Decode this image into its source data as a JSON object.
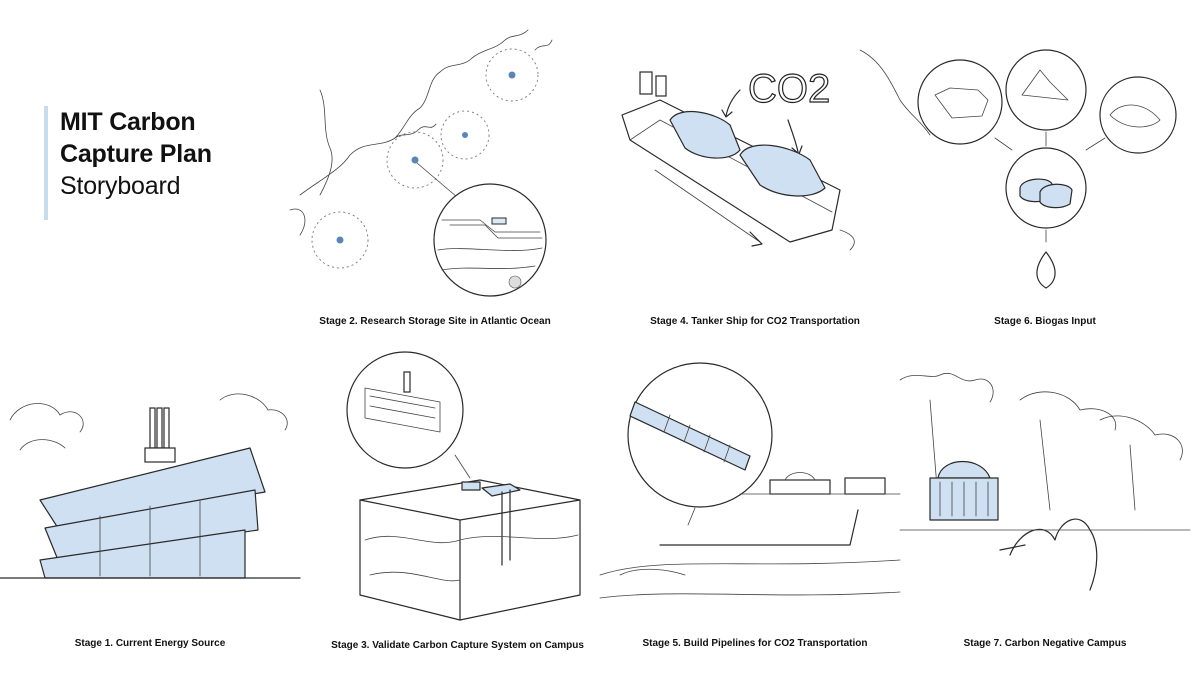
{
  "title": {
    "line1": "MIT Carbon",
    "line2": "Capture Plan",
    "line3": "Storyboard"
  },
  "stages": [
    {
      "caption": "Stage 1. Current Energy Source"
    },
    {
      "caption": "Stage 2. Research Storage Site in Atlantic Ocean"
    },
    {
      "caption": "Stage 3. Validate Carbon Capture System on Campus"
    },
    {
      "caption": "Stage 4. Tanker Ship for CO2 Transportation"
    },
    {
      "caption": "Stage 5. Build Pipelines for CO2 Transportation"
    },
    {
      "caption": "Stage 6. Biogas Input"
    },
    {
      "caption": "Stage 7. Carbon Negative Campus"
    }
  ],
  "illustration": {
    "co2_label": "CO2"
  },
  "colors": {
    "accent_blue": "#cfe0f2",
    "title_bar": "#c9dcee",
    "storage_dot": "#5b85b6"
  }
}
